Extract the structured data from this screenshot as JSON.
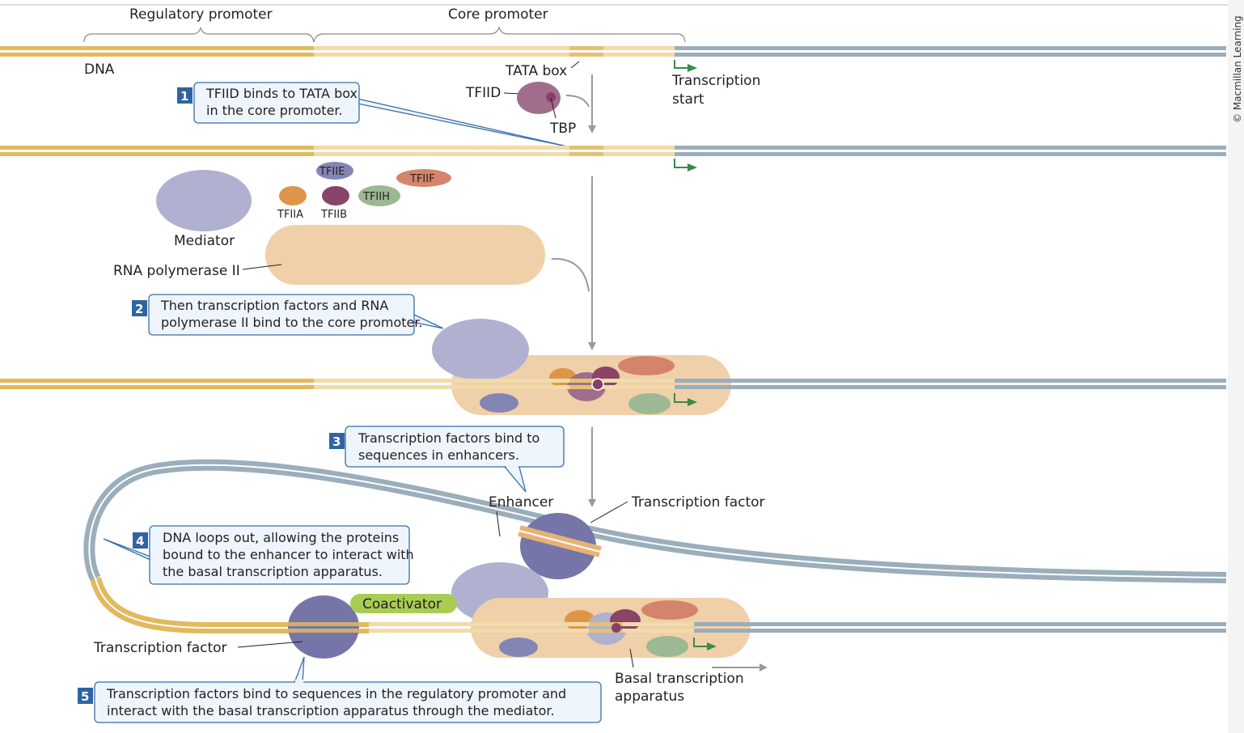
{
  "figure": {
    "title": "Transcription initiation at a eukaryotic promoter",
    "copyright": "© Macmillan Learning"
  },
  "labels": {
    "regulatory_promoter": "Regulatory promoter",
    "core_promoter": "Core promoter",
    "dna": "DNA",
    "tata_box": "TATA box",
    "tfiid": "TFIID",
    "tbp": "TBP",
    "transcription_start_line1": "Transcription",
    "transcription_start_line2": "start",
    "tfiie": "TFIIE",
    "tfiif": "TFIIF",
    "tfiia": "TFIIA",
    "tfiib": "TFIIB",
    "tfiih": "TFIIH",
    "mediator": "Mediator",
    "rna_pol_ii": "RNA polymerase II",
    "enhancer": "Enhancer",
    "transcription_factor_top": "Transcription factor",
    "transcription_factor_bottom": "Transcription factor",
    "coactivator": "Coactivator",
    "basal_line1": "Basal transcription",
    "basal_line2": "apparatus"
  },
  "steps": [
    {
      "number": "1",
      "lines": [
        "TFIID binds to TATA box",
        "in the core promoter."
      ]
    },
    {
      "number": "2",
      "lines": [
        "Then transcription factors and RNA",
        "polymerase II bind to the core promoter."
      ]
    },
    {
      "number": "3",
      "lines": [
        "Transcription factors bind to",
        "sequences in enhancers."
      ]
    },
    {
      "number": "4",
      "lines": [
        "DNA loops out, allowing the proteins",
        "bound to the enhancer to interact with",
        "the basal transcription apparatus."
      ]
    },
    {
      "number": "5",
      "lines": [
        "Transcription factors bind to sequences in the regulatory promoter and",
        "interact with the basal transcription apparatus through the mediator."
      ]
    }
  ],
  "colors": {
    "regulatory_dna": "#e2b95e",
    "core_dna": "#f1dbaa",
    "tata_dna": "#e3c173",
    "downstream_dna": "#9aaebb",
    "rna_pol": "#f0d0a8",
    "mediator": "#b0b1d0",
    "tfiid": "#a06e8c",
    "tbp": "#8a3f6a",
    "tfiia": "#df9548",
    "tfiib": "#8a4468",
    "tfiie": "#8386b5",
    "tfiif": "#d4846a",
    "tfiih": "#9cb894",
    "transcription_factor": "#7575a8",
    "enhancer": "#e8b277",
    "coactivator": "#a9cc55",
    "start_arrow": "#3a8a4a",
    "callout_border": "#3a6ea8",
    "callout_fill": "#eef5fc",
    "step_badge": "#2f64a0",
    "flow_arrow": "#9a9a9a"
  }
}
